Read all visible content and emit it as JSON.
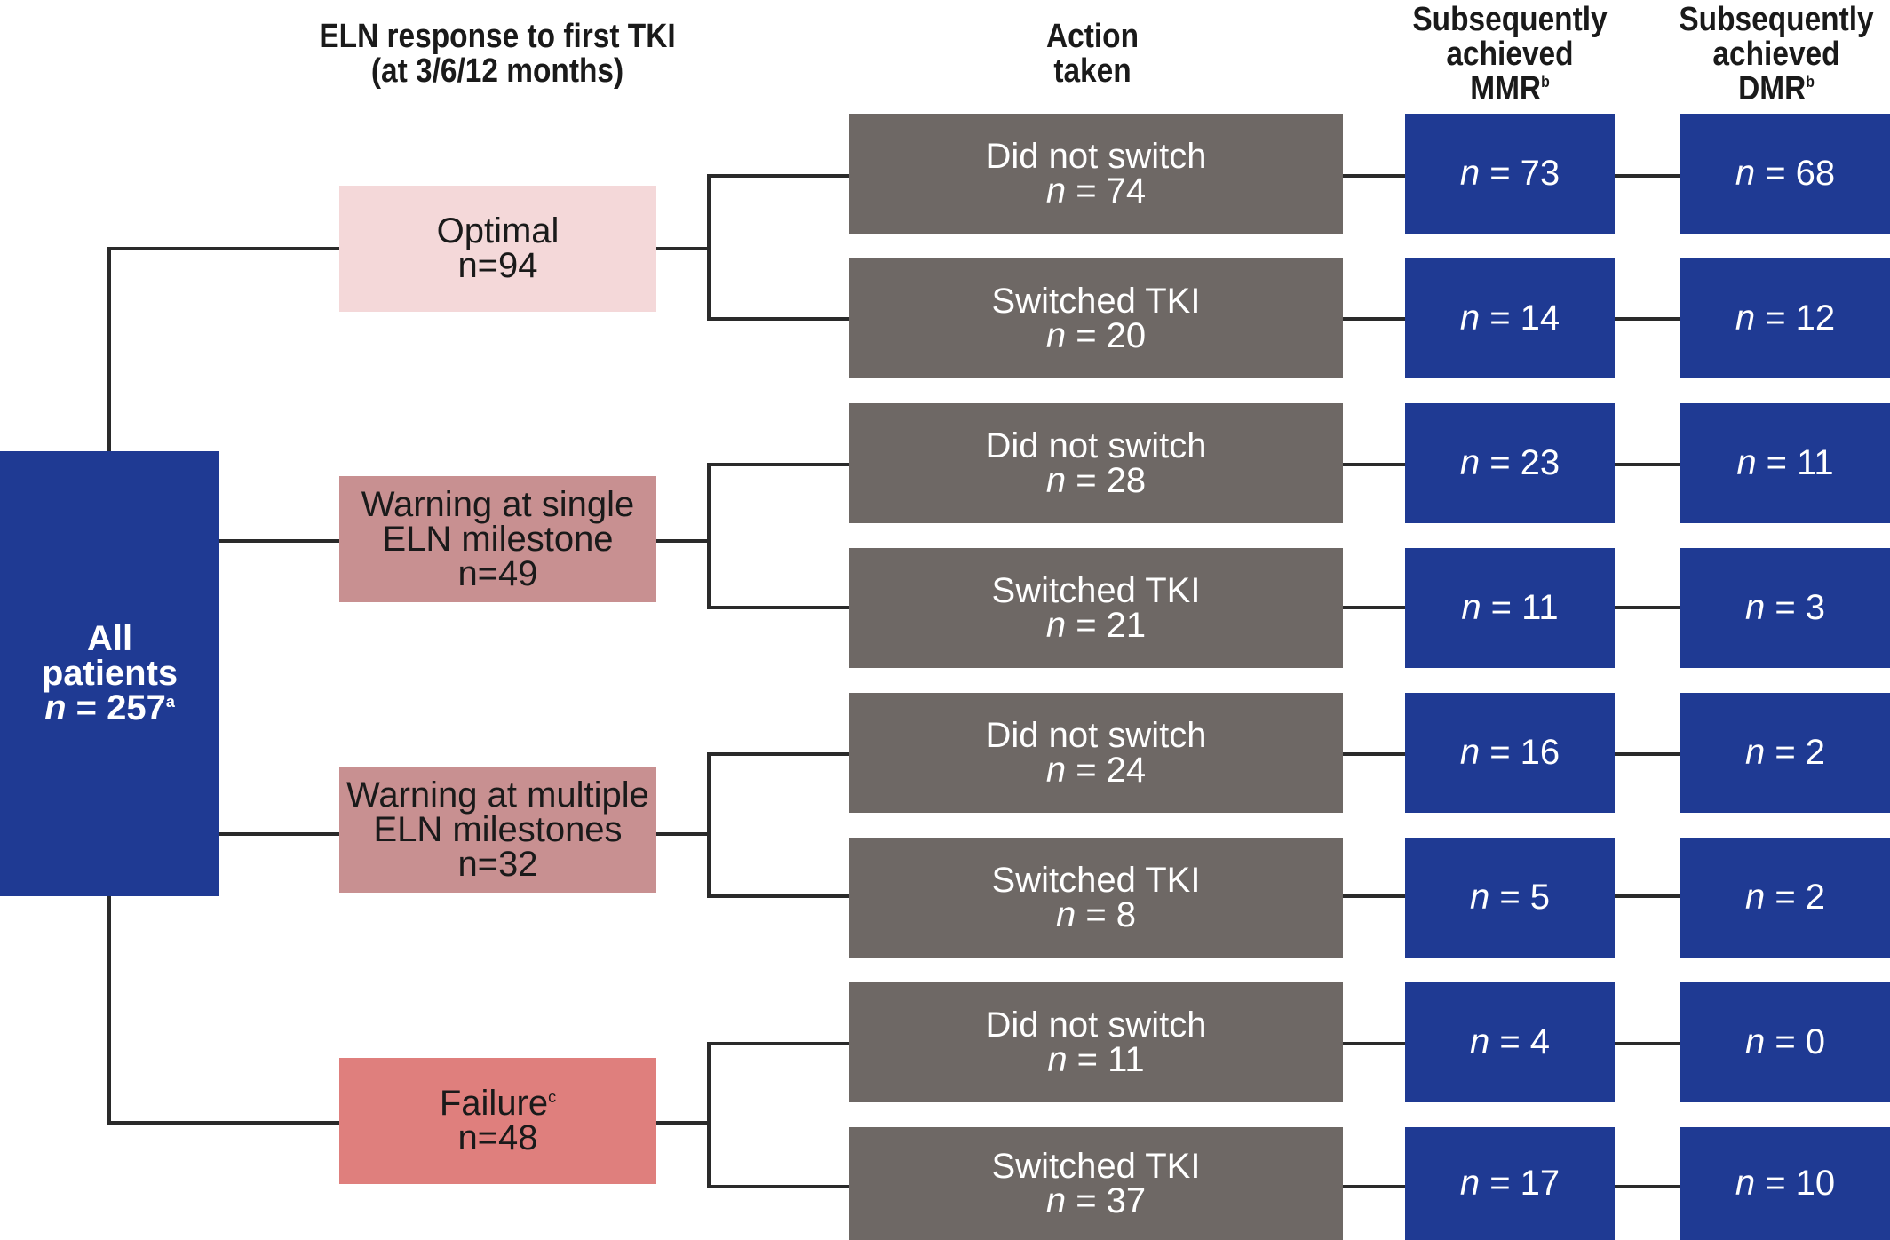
{
  "headers": {
    "eln_line1": "ELN response to first TKI",
    "eln_line2": "(at 3/6/12 months)",
    "action_line1": "Action",
    "action_line2": "taken",
    "mmr_line1": "Subsequently",
    "mmr_line2": "achieved",
    "mmr_line3": "MMR",
    "mmr_sup": "b",
    "dmr_line1": "Subsequently",
    "dmr_line2": "achieved",
    "dmr_line3": "DMR",
    "dmr_sup": "b"
  },
  "root": {
    "line1": "All",
    "line2": "patients",
    "n_label": "n",
    "n_value": " = 257",
    "sup": "a"
  },
  "groups": [
    {
      "line1": "Optimal",
      "line2": "",
      "count": "n=94",
      "sup": ""
    },
    {
      "line1": "Warning at single",
      "line2": "ELN milestone",
      "count": "n=49",
      "sup": ""
    },
    {
      "line1": "Warning at multiple",
      "line2": "ELN milestones",
      "count": "n=32",
      "sup": ""
    },
    {
      "line1": "Failure",
      "line2": "",
      "count": "n=48",
      "sup": "c"
    }
  ],
  "actions": [
    {
      "label": "Did not switch",
      "n_label": "n",
      "n_value": " = 74",
      "mmr_n": "n",
      "mmr_value": " = 73",
      "dmr_n": "n",
      "dmr_value": " = 68"
    },
    {
      "label": "Switched TKI",
      "n_label": "n",
      "n_value": " = 20",
      "mmr_n": "n",
      "mmr_value": " = 14",
      "dmr_n": "n",
      "dmr_value": " = 12"
    },
    {
      "label": "Did not switch",
      "n_label": "n",
      "n_value": " = 28",
      "mmr_n": "n",
      "mmr_value": " = 23",
      "dmr_n": "n",
      "dmr_value": " = 11"
    },
    {
      "label": "Switched TKI",
      "n_label": "n",
      "n_value": " = 21",
      "mmr_n": "n",
      "mmr_value": " = 11",
      "dmr_n": "n",
      "dmr_value": " = 3"
    },
    {
      "label": "Did not switch",
      "n_label": "n",
      "n_value": " = 24",
      "mmr_n": "n",
      "mmr_value": " = 16",
      "dmr_n": "n",
      "dmr_value": " = 2"
    },
    {
      "label": "Switched TKI",
      "n_label": "n",
      "n_value": " = 8",
      "mmr_n": "n",
      "mmr_value": " = 5",
      "dmr_n": "n",
      "dmr_value": " = 2"
    },
    {
      "label": "Did not switch",
      "n_label": "n",
      "n_value": " = 11",
      "mmr_n": "n",
      "mmr_value": " = 4",
      "dmr_n": "n",
      "dmr_value": " = 0"
    },
    {
      "label": "Switched TKI",
      "n_label": "n",
      "n_value": " = 37",
      "mmr_n": "n",
      "mmr_value": " = 17",
      "dmr_n": "n",
      "dmr_value": " = 10"
    }
  ],
  "colors": {
    "root": "#1f3a93",
    "optimal": "#f4d8d9",
    "warning": "#c89091",
    "failure": "#df7f7d",
    "action": "#6e6865",
    "outcome": "#1f3a93",
    "connector": "#2a2a2a"
  }
}
